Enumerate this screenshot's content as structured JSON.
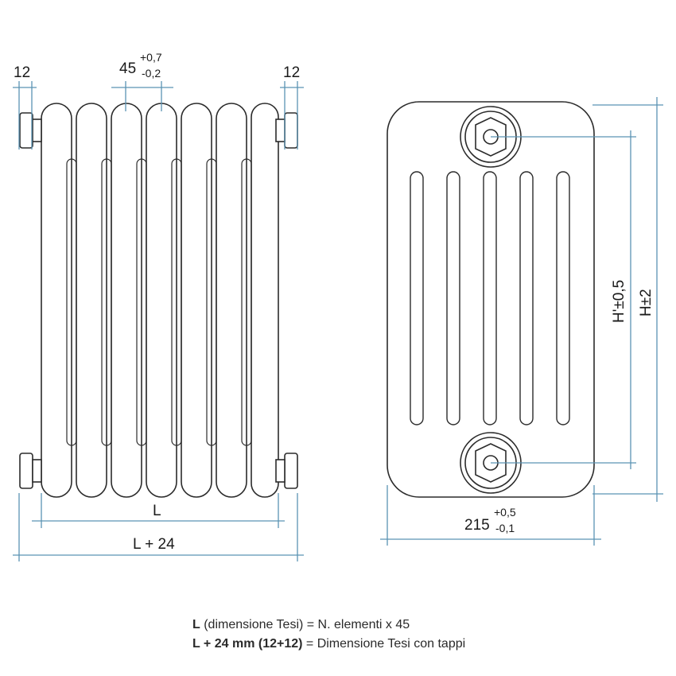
{
  "dimensions": {
    "left_connector_width": "12",
    "right_connector_width": "12",
    "element_pitch": {
      "value": "45",
      "tol_plus": "+0,7",
      "tol_minus": "-0,2"
    },
    "length": "L",
    "length_with_caps": "L + 24",
    "depth": {
      "value": "215",
      "tol_plus": "+0,5",
      "tol_minus": "-0,1"
    },
    "connection_height": "H'±0,5",
    "total_height": "H±2"
  },
  "legend": {
    "line1_bold": "L",
    "line1_rest": " (dimensione Tesi) = N. elementi x 45",
    "line2_bold": "L + 24 mm (12+12)",
    "line2_rest": " = Dimensione Tesi con tappi"
  },
  "colors": {
    "outline": "#2b2b2b",
    "dimension_lines": "#5b93b3"
  }
}
